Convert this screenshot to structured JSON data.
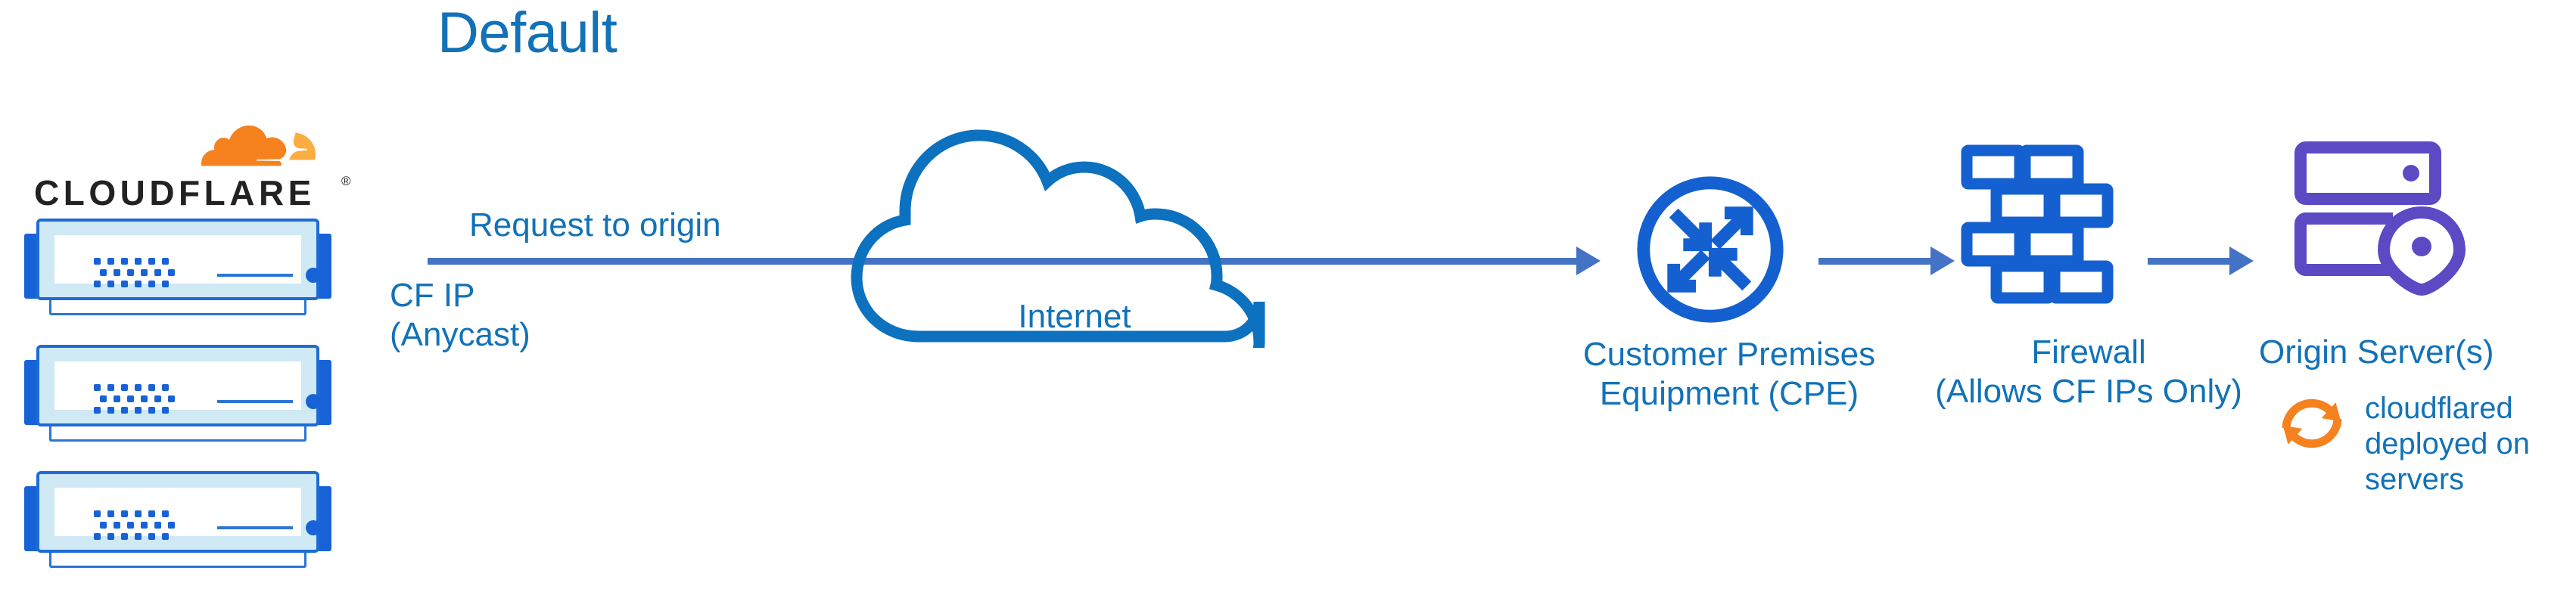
{
  "diagram": {
    "title": "Default",
    "title_color": "#1272B8",
    "background": "#FFFFFF"
  },
  "colors": {
    "title_blue": "#1272B8",
    "label_blue": "#1272B8",
    "arrow_blue": "#4472C4",
    "icon_blue": "#1560D0",
    "cloud_blue": "#0C71BF",
    "origin_purple": "#5B4AC4",
    "cloudflare_orange": "#F6821F",
    "cloudflare_orange_light": "#FBAD41",
    "server_fill": "#CFE9F5",
    "server_border": "#1E6BD6"
  },
  "brand": {
    "logo_wordmark": "CLOUDFLARE",
    "logo_registered_mark": "®",
    "logo_icon": "cloudflare-cloud-mark"
  },
  "nodes": [
    {
      "id": "cloudflare-edge",
      "icon": "server-stack-icon",
      "count": 3,
      "caption": "CF IP\n(Anycast)"
    },
    {
      "id": "internet",
      "icon": "cloud-icon",
      "caption": "Internet"
    },
    {
      "id": "cpe",
      "icon": "router-icon",
      "caption": "Customer Premises\nEquipment (CPE)"
    },
    {
      "id": "firewall",
      "icon": "brick-wall-icon",
      "caption": "Firewall\n(Allows CF IPs Only)"
    },
    {
      "id": "origin",
      "icon": "origin-server-pin-icon",
      "caption": "Origin Server(s)"
    }
  ],
  "labels": {
    "request_to_origin": "Request to origin",
    "cf_ip": "CF IP\n(Anycast)",
    "internet": "Internet",
    "cpe": "Customer Premises\nEquipment (CPE)",
    "firewall": "Firewall\n(Allows CF IPs Only)",
    "origin_server": "Origin Server(s)",
    "cloudflared": "cloudflared\ndeployed on\nservers"
  },
  "connections": [
    {
      "from": "cloudflare-edge",
      "to": "cpe",
      "label": "Request to origin",
      "style": "solid-arrow"
    },
    {
      "from": "cpe",
      "to": "firewall",
      "label": "",
      "style": "solid-arrow"
    },
    {
      "from": "firewall",
      "to": "origin",
      "label": "",
      "style": "solid-arrow"
    }
  ]
}
